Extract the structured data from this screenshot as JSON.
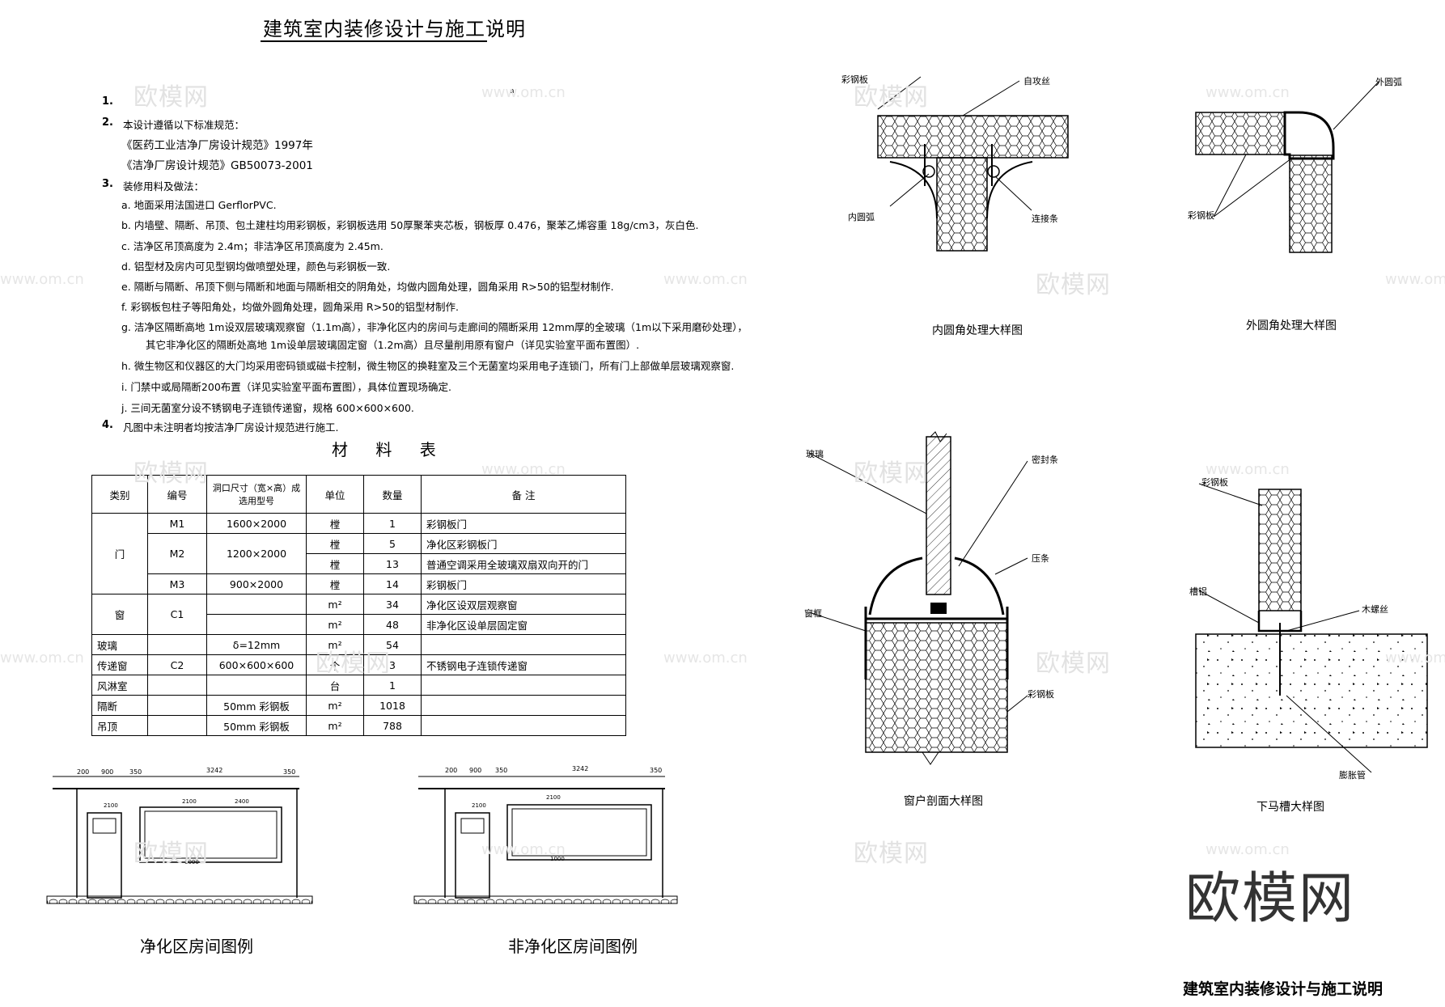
{
  "title": "建筑室内装修设计与施工说明",
  "notes": {
    "n1": "1.",
    "n1_text": "a",
    "n2": "2.",
    "n2_text": "本设计遵循以下标准规范：",
    "n2_a": "《医药工业洁净厂房设计规范》1997年",
    "n2_b": "《洁净厂房设计规范》GB50073-2001",
    "n3": "3.",
    "n3_text": "装修用料及做法：",
    "a": "a.  地面采用法国进口 GerflorPVC.",
    "b": "b.  内墙壁、隔断、吊顶、包土建柱均用彩钢板，彩钢板选用 50厚聚苯夹芯板，钢板厚 0.476，聚苯乙烯容重 18g/cm3，灰白色.",
    "c": "c.  洁净区吊顶高度为 2.4m；非洁净区吊顶高度为 2.45m.",
    "d": "d.  铝型材及房内可见型钢均做喷塑处理，颜色与彩钢板一致.",
    "e": "e.  隔断与隔断、吊顶下侧与隔断和地面与隔断相交的阴角处，均做内圆角处理，圆角采用 R>50的铝型材制作.",
    "f": "f.  彩钢板包柱子等阳角处，均做外圆角处理，圆角采用 R>50的铝型材制作.",
    "g1": "g.  洁净区隔断高地 1m设双层玻璃观察窗（1.1m高），非净化区内的房间与走廊间的隔断采用 12mm厚的全玻璃（1m以下采用磨砂处理），",
    "g2": "其它非净化区的隔断处高地 1m设单层玻璃固定窗（1.2m高）且尽量削用原有窗户（详见实验室平面布置图）.",
    "h": "h.  微生物区和仪器区的大门均采用密码锁或磁卡控制，微生物区的换鞋室及三个无菌室均采用电子连锁门，所有门上部做单层玻璃观察窗.",
    "i": "i.  门禁中或局隔断200布置（详见实验室平面布置图），具体位置现场确定.",
    "j": "j.  三间无菌室分设不锈钢电子连锁传递窗，规格 600×600×600.",
    "n4": "4.",
    "n4_text": "凡图中未注明者均按洁净厂房设计规范进行施工."
  },
  "material_table": {
    "title": "材 料 表",
    "headers": [
      "类别",
      "编号",
      "洞口尺寸（宽×高）成选用型号",
      "单位",
      "数量",
      "备            注"
    ],
    "rows": [
      [
        "门",
        "M1",
        "1600×2000",
        "樘",
        "1",
        "彩钢板门"
      ],
      [
        "",
        "M2",
        "1200×2000",
        "樘",
        "5",
        "净化区彩钢板门"
      ],
      [
        "",
        "",
        "",
        "樘",
        "13",
        "普通空调采用全玻璃双扇双向开的门"
      ],
      [
        "",
        "M3",
        "900×2000",
        "樘",
        "14",
        "彩钢板门"
      ],
      [
        "窗",
        "C1",
        "",
        "m²",
        "34",
        "净化区设双层观察窗"
      ],
      [
        "",
        "",
        "",
        "m²",
        "48",
        "非净化区设单层固定窗"
      ],
      [
        "玻璃",
        "",
        "δ=12mm",
        "m²",
        "54",
        ""
      ],
      [
        "传递窗",
        "C2",
        "600×600×600",
        "个",
        "3",
        "不锈钢电子连锁传递窗"
      ],
      [
        "风淋室",
        "",
        "",
        "台",
        "1",
        ""
      ],
      [
        "隔断",
        "",
        "50mm 彩钢板",
        "m²",
        "1018",
        ""
      ],
      [
        "吊顶",
        "",
        "50mm 彩钢板",
        "m²",
        "788",
        ""
      ]
    ]
  },
  "elevations": {
    "dims": [
      "200",
      "900",
      "350",
      "3242",
      "350"
    ],
    "left_caption": "净化区房间图例",
    "right_caption": "非净化区房间图例",
    "small": [
      "2100",
      "2100",
      "2400",
      "1000"
    ]
  },
  "details": {
    "inner_corner": {
      "caption": "内圆角处理大样图",
      "labels": [
        "彩钢板",
        "自攻丝",
        "内圆弧",
        "连接条"
      ]
    },
    "outer_corner": {
      "caption": "外圆角处理大样图",
      "labels": [
        "外圆弧",
        "彩钢板"
      ]
    },
    "window": {
      "caption": "窗户剖面大样图",
      "labels": [
        "玻璃",
        "密封条",
        "压条",
        "窗框",
        "彩钢板"
      ]
    },
    "base": {
      "caption": "下马槽大样图",
      "labels": [
        "彩钢板",
        "槽铝",
        "木螺丝",
        "膨胀管"
      ]
    }
  },
  "watermark": {
    "text": "欧模网",
    "url": "www.om.cn"
  },
  "logo": "欧模网",
  "footer_title": "建筑室内装修设计与施工说明",
  "colors": {
    "ink": "#000000",
    "watermark": "#e2e2e2",
    "logo": "#333333"
  }
}
